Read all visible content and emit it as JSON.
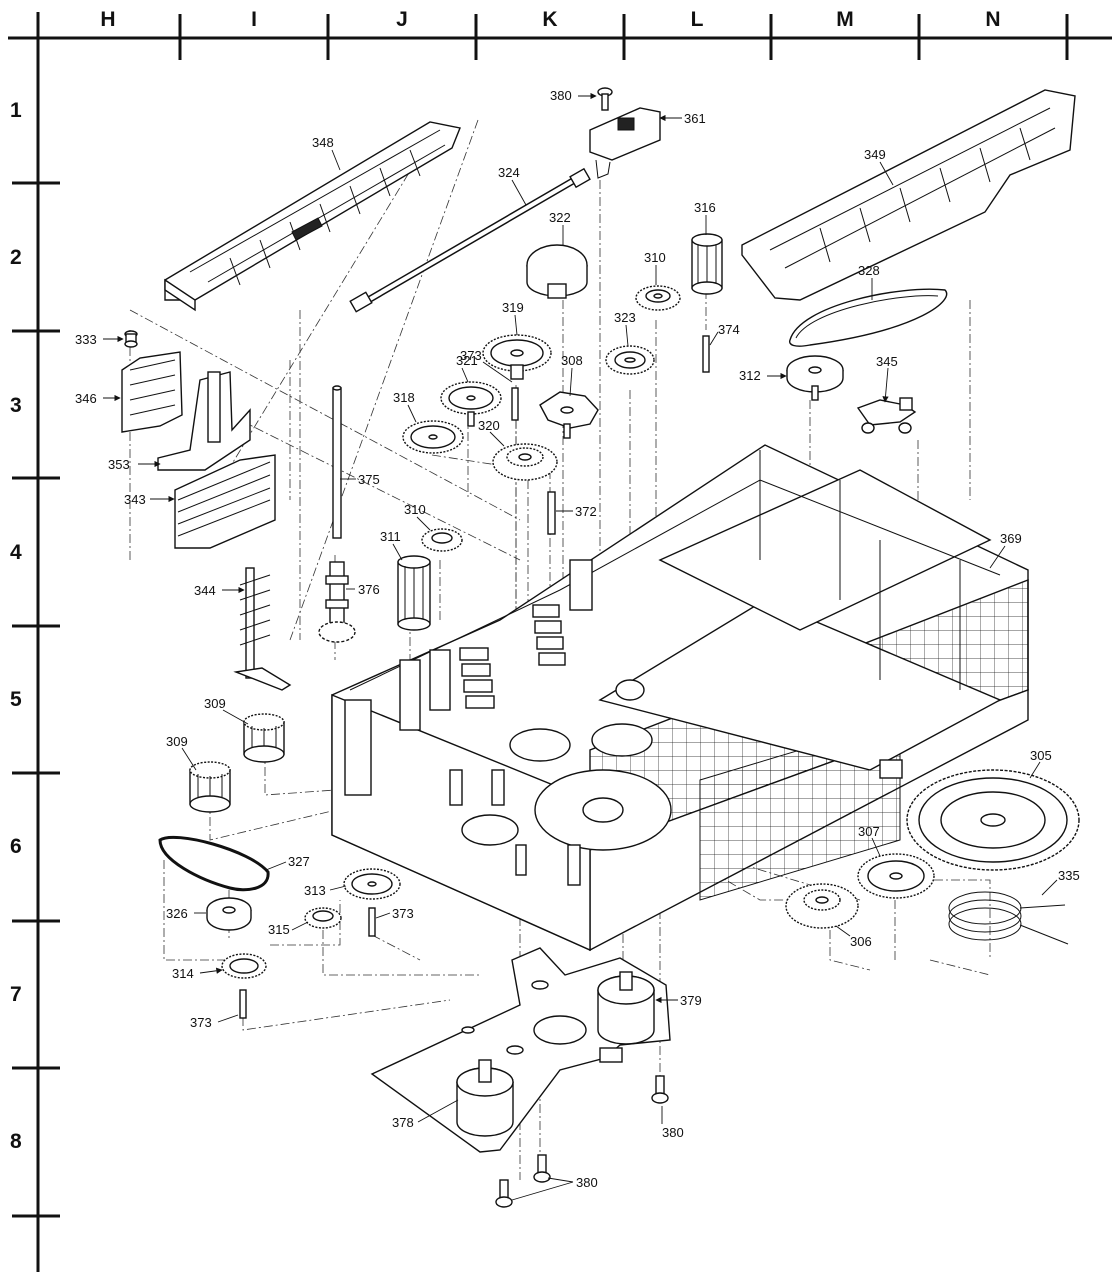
{
  "columns": [
    "H",
    "I",
    "J",
    "K",
    "L",
    "M",
    "N"
  ],
  "rows": [
    "1",
    "2",
    "3",
    "4",
    "5",
    "6",
    "7",
    "8"
  ],
  "callouts": {
    "p380a": "380",
    "p361": "361",
    "p348": "348",
    "p349": "349",
    "p324": "324",
    "p322": "322",
    "p316": "316",
    "p310a": "310",
    "p328": "328",
    "p333": "333",
    "p319": "319",
    "p323": "323",
    "p374": "374",
    "p321": "321",
    "p373a": "373",
    "p308": "308",
    "p312": "312",
    "p345": "345",
    "p346": "346",
    "p318": "318",
    "p320": "320",
    "p353": "353",
    "p375": "375",
    "p343": "343",
    "p372": "372",
    "p310b": "310",
    "p311": "311",
    "p369": "369",
    "p344": "344",
    "p376": "376",
    "p309a": "309",
    "p305": "305",
    "p309b": "309",
    "p307": "307",
    "p327": "327",
    "p335": "335",
    "p313": "313",
    "p326": "326",
    "p373b": "373",
    "p315": "315",
    "p306": "306",
    "p314": "314",
    "p379": "379",
    "p373c": "373",
    "p380b": "380",
    "p378": "378",
    "p380c": "380"
  }
}
